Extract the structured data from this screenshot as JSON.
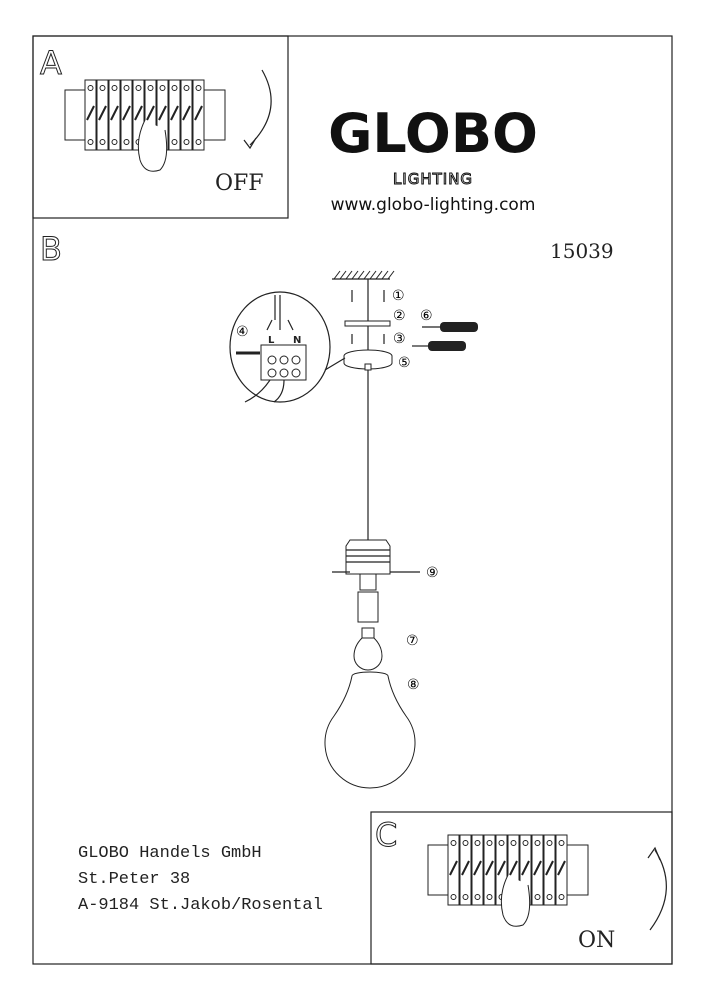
{
  "brand": {
    "logo": "GLOBO",
    "sublogo": "LIGHTING",
    "website": "www.globo-lighting.com"
  },
  "product_number": "15039",
  "steps": {
    "A": {
      "letter": "A",
      "label": "OFF"
    },
    "B": {
      "letter": "B"
    },
    "C": {
      "letter": "C",
      "label": "ON"
    }
  },
  "callouts": [
    "①",
    "②",
    "③",
    "④",
    "⑤",
    "⑥",
    "⑦",
    "⑧",
    "⑨"
  ],
  "terminal_labels": {
    "live": "L",
    "neutral": "N"
  },
  "address": {
    "company": "GLOBO Handels GmbH",
    "street": "St.Peter 38",
    "city": "A-9184 St.Jakob/Rosental"
  }
}
